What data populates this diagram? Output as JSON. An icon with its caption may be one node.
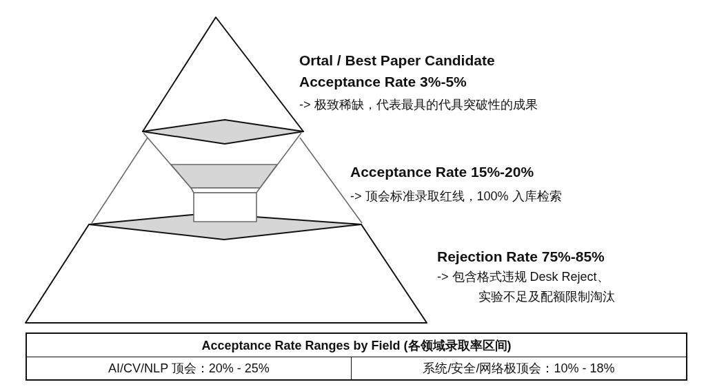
{
  "diagram": {
    "nodes": [
      {
        "text": [],
        "shape": "triangle",
        "beside": [
          "Ortal / Best Paper Candidate",
          "Acceptance Rate 3%-5%",
          "-> 极致稀缺，代表最具的代具突破性的成果"
        ]
      },
      {
        "text": [],
        "shape": "trapezoid",
        "beside": [
          "Acceptance Rate 15%-20%",
          "-> 顶会标准录取红线，100% 入库检索"
        ]
      },
      {
        "text": [],
        "shape": "trapezoid",
        "beside": [
          "Rejection Rate 75%-85%",
          "-> 包含格式违规 Desk Reject、实验不足及配额限制淘汰"
        ]
      }
    ],
    "labels": [
      "Acceptance Rate Ranges by Field (各领域录取率区间)",
      "AI/CV/NLP 顶会：20% - 25%",
      "系统/安全/网络极顶会：10% - 18%"
    ]
  }
}
